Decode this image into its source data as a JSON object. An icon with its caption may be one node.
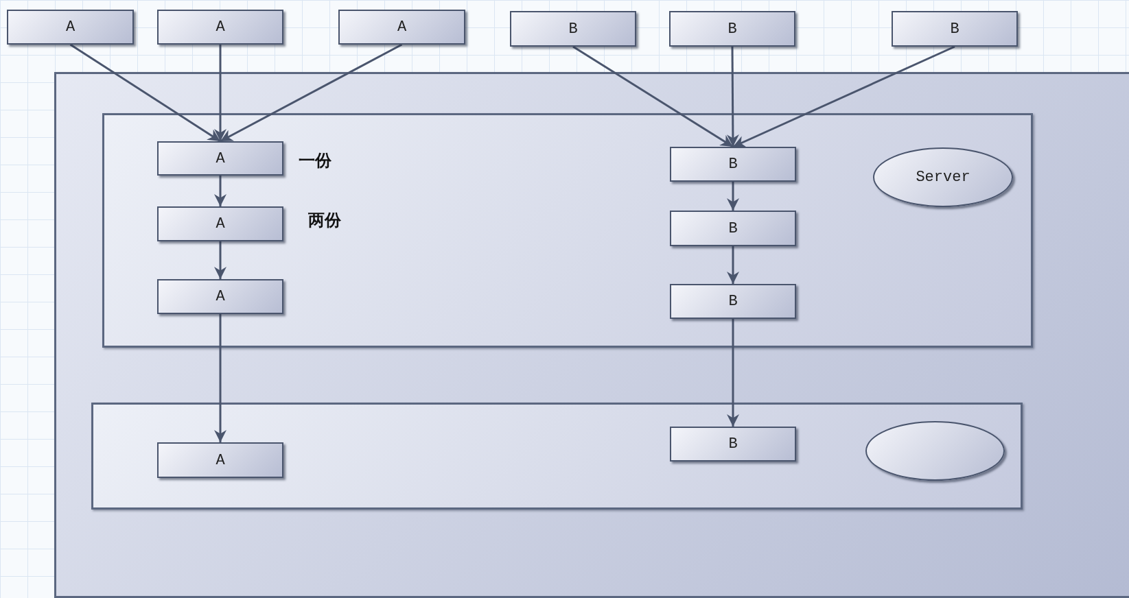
{
  "diagram": {
    "nodes": [
      {
        "text": [
          "A"
        ]
      },
      {
        "text": [
          "A"
        ]
      },
      {
        "text": [
          "A"
        ]
      },
      {
        "text": [
          "B"
        ]
      },
      {
        "text": [
          "B"
        ]
      },
      {
        "text": [
          "B"
        ]
      },
      {
        "text": [],
        "shape": "box"
      },
      {
        "text": [],
        "shape": "box",
        "in": 6
      },
      {
        "text": [
          "A"
        ],
        "in": 7
      },
      {
        "text": [
          "A"
        ],
        "in": 7
      },
      {
        "text": [
          "A"
        ],
        "in": 7
      },
      {
        "text": [
          "B"
        ],
        "in": 7
      },
      {
        "text": [
          "B"
        ],
        "in": 7
      },
      {
        "text": [
          "B"
        ],
        "in": 7
      },
      {
        "text": [
          "Server"
        ],
        "in": 7
      },
      {
        "text": [],
        "shape": "box",
        "in": 6
      },
      {
        "text": [
          "A"
        ],
        "in": 15
      },
      {
        "text": [
          "B"
        ],
        "in": 15
      },
      {
        "text": [],
        "shape": "ellipse",
        "in": 15
      }
    ],
    "edges": [
      {
        "from": 0,
        "to": 8,
        "arrow": "to"
      },
      {
        "from": 1,
        "to": 8,
        "arrow": "to"
      },
      {
        "from": 2,
        "to": 8,
        "arrow": "to"
      },
      {
        "from": 3,
        "to": 11,
        "arrow": "to"
      },
      {
        "from": 4,
        "to": 11,
        "arrow": "to"
      },
      {
        "from": 5,
        "to": 11,
        "arrow": "to"
      },
      {
        "from": 8,
        "to": 9,
        "arrow": "to"
      },
      {
        "from": 9,
        "to": 10,
        "arrow": "to"
      },
      {
        "from": 10,
        "to": 16,
        "arrow": "to"
      },
      {
        "from": 11,
        "to": 12,
        "arrow": "to"
      },
      {
        "from": 12,
        "to": 13,
        "arrow": "to"
      },
      {
        "from": 13,
        "to": 17,
        "arrow": "to"
      }
    ],
    "labels": [
      "一份",
      "两份"
    ]
  }
}
